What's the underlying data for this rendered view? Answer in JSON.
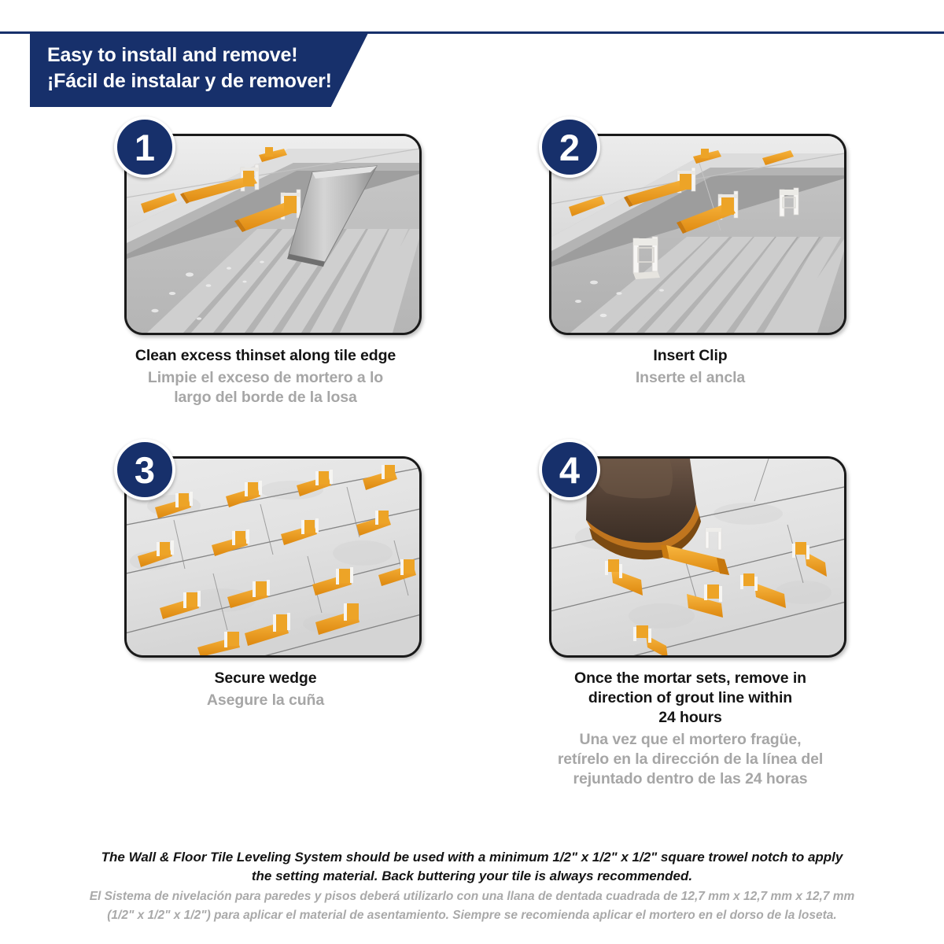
{
  "header": {
    "line_en": "Easy to install and remove!",
    "line_es": "¡Fácil de instalar y de remover!",
    "banner_color": "#17306b"
  },
  "theme": {
    "navy": "#17306b",
    "wedge_orange": "#f0a122",
    "wedge_orange_dark": "#d4861a",
    "clip_white": "#f2f1ef",
    "tile_light": "#e6e6e6",
    "tile_edge": "#b3b3b3",
    "caption_gray": "#a6a6a6",
    "border_dark": "#1a1a1a"
  },
  "steps": [
    {
      "number": "1",
      "caption_en": "Clean excess thinset along tile edge",
      "caption_es_lines": [
        "Limpie el exceso de mortero a lo",
        "largo del borde de la losa"
      ],
      "scene": "trowel-cleaning-thinset-ridges"
    },
    {
      "number": "2",
      "caption_en": "Insert Clip",
      "caption_es_lines": [
        "Inserte el ancla"
      ],
      "scene": "clips-inserted-under-tile-edge"
    },
    {
      "number": "3",
      "caption_en": "Secure wedge",
      "caption_es_lines": [
        "Asegure la cuña"
      ],
      "scene": "wedges-seated-across-grout-lines"
    },
    {
      "number": "4",
      "caption_en_lines": [
        "Once the mortar sets, remove in",
        "direction of grout line within",
        "24 hours"
      ],
      "caption_es_lines": [
        "Una vez que el mortero fragüe,",
        "retírelo en la dirección de la línea del",
        "rejuntado dentro de las 24 horas"
      ],
      "scene": "boot-kicking-wedge-along-grout-line"
    }
  ],
  "footer": {
    "en_lines": [
      "The Wall & Floor Tile Leveling System should be used with a minimum 1/2\" x 1/2\" x 1/2\" square trowel notch to apply",
      "the setting material. Back buttering your tile is always recommended."
    ],
    "es_lines": [
      "El Sistema de nivelación para paredes y pisos deberá utilizarlo con una llana de dentada cuadrada de 12,7 mm x 12,7 mm x 12,7 mm",
      "(1/2\" x 1/2\" x 1/2\") para aplicar el material de asentamiento. Siempre se recomienda aplicar el mortero en el dorso de la loseta."
    ]
  }
}
